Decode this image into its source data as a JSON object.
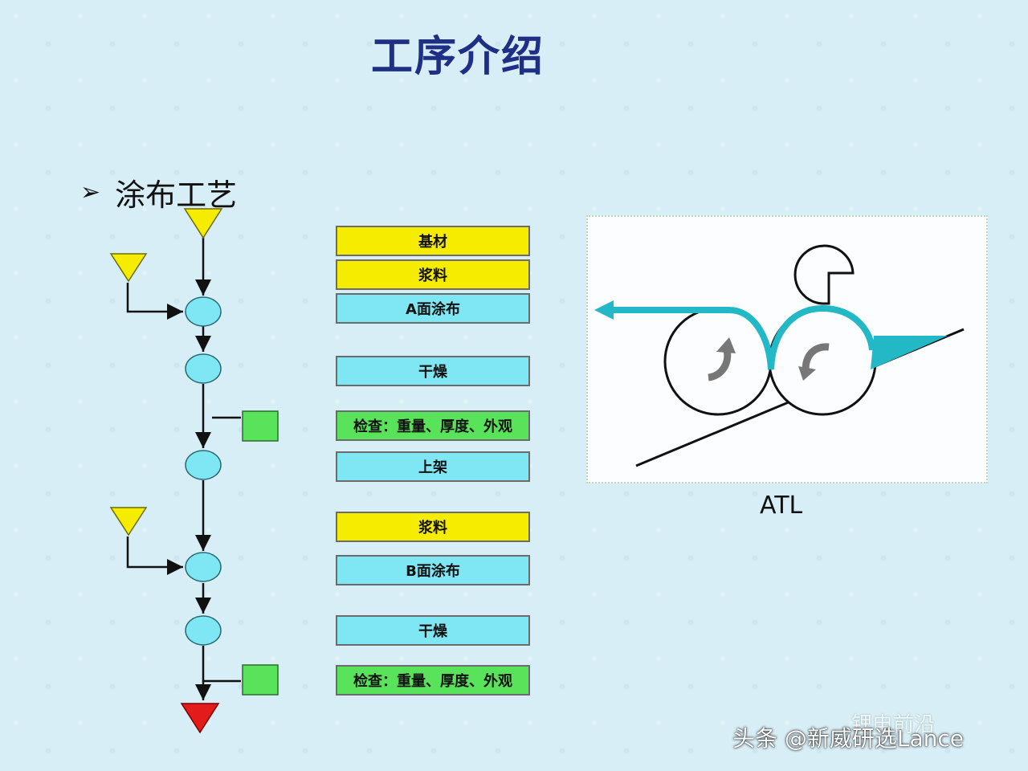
{
  "title": "工序介绍",
  "bullet": {
    "icon": "arrow-bullet-icon",
    "text": "涂布工艺"
  },
  "steps": [
    {
      "label": "基材",
      "color": "yellow"
    },
    {
      "label": "浆料",
      "color": "yellow"
    },
    {
      "label": "A面涂布",
      "color": "cyan"
    },
    {
      "label": "干燥",
      "color": "cyan"
    },
    {
      "label": "检查：重量、厚度、外观",
      "color": "green"
    },
    {
      "label": "上架",
      "color": "cyan"
    },
    {
      "label": "浆料",
      "color": "yellow"
    },
    {
      "label": "B面涂布",
      "color": "cyan"
    },
    {
      "label": "干燥",
      "color": "cyan"
    },
    {
      "label": "检查：重量、厚度、外观",
      "color": "green"
    }
  ],
  "atl": {
    "label": "ATL"
  },
  "watermark": {
    "top": "锂电前沿",
    "bottom": "头条 @新威研选Lance"
  },
  "colors": {
    "title": "#1f2f86",
    "yellow": "#f5ec00",
    "cyan": "#7fe6f3",
    "green": "#58e35a",
    "red_end": "#e41b1b",
    "film": "#22b8c6"
  }
}
